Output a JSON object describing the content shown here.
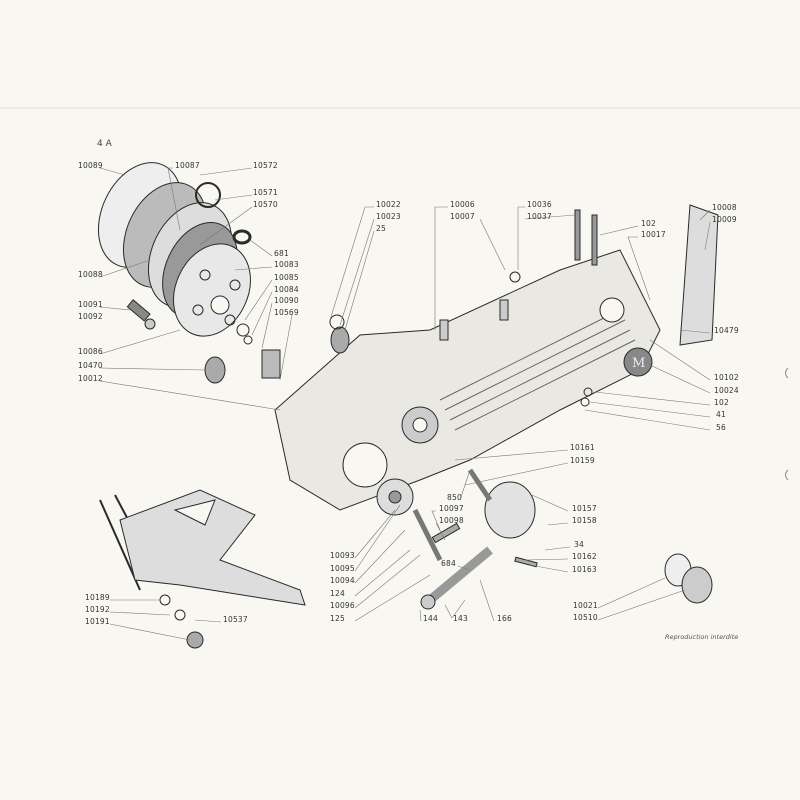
{
  "page_number": "4 A",
  "footer_note": "Reproduction interdite",
  "labels": [
    "10089",
    "10087",
    "10572",
    "10571",
    "10570",
    "681",
    "10083",
    "10085",
    "10084",
    "10090",
    "10569",
    "10088",
    "10091",
    "10092",
    "10086",
    "10470",
    "10012",
    "10022",
    "10023",
    "25",
    "10006",
    "10007",
    "10036",
    "10037",
    "102",
    "10017",
    "10008",
    "10009",
    "10479",
    "10102",
    "10024",
    "102",
    "41",
    "56",
    "10161",
    "10159",
    "850",
    "10097",
    "10098",
    "10157",
    "10158",
    "34",
    "10162",
    "10163",
    "684",
    "10093",
    "10095",
    "10094",
    "124",
    "10096",
    "125",
    "144",
    "143",
    "166",
    "10021",
    "10510",
    "10189",
    "10192",
    "10191",
    "10537"
  ]
}
